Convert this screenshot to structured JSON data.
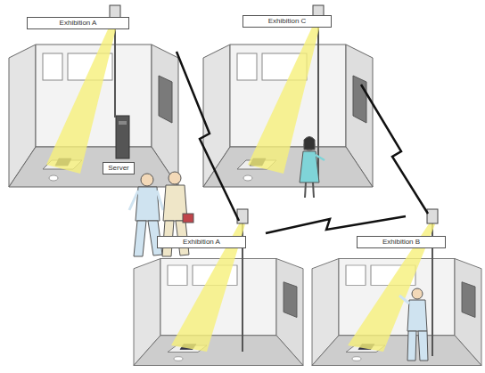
{
  "diagram": {
    "nodes": [
      {
        "text": [
          "Exhibition A"
        ]
      },
      {
        "text": [
          "Server"
        ]
      },
      {
        "text": [
          "Exhibition C"
        ]
      },
      {
        "text": [
          "Exhibition A"
        ]
      },
      {
        "text": [
          "Exhibition B"
        ]
      }
    ]
  }
}
